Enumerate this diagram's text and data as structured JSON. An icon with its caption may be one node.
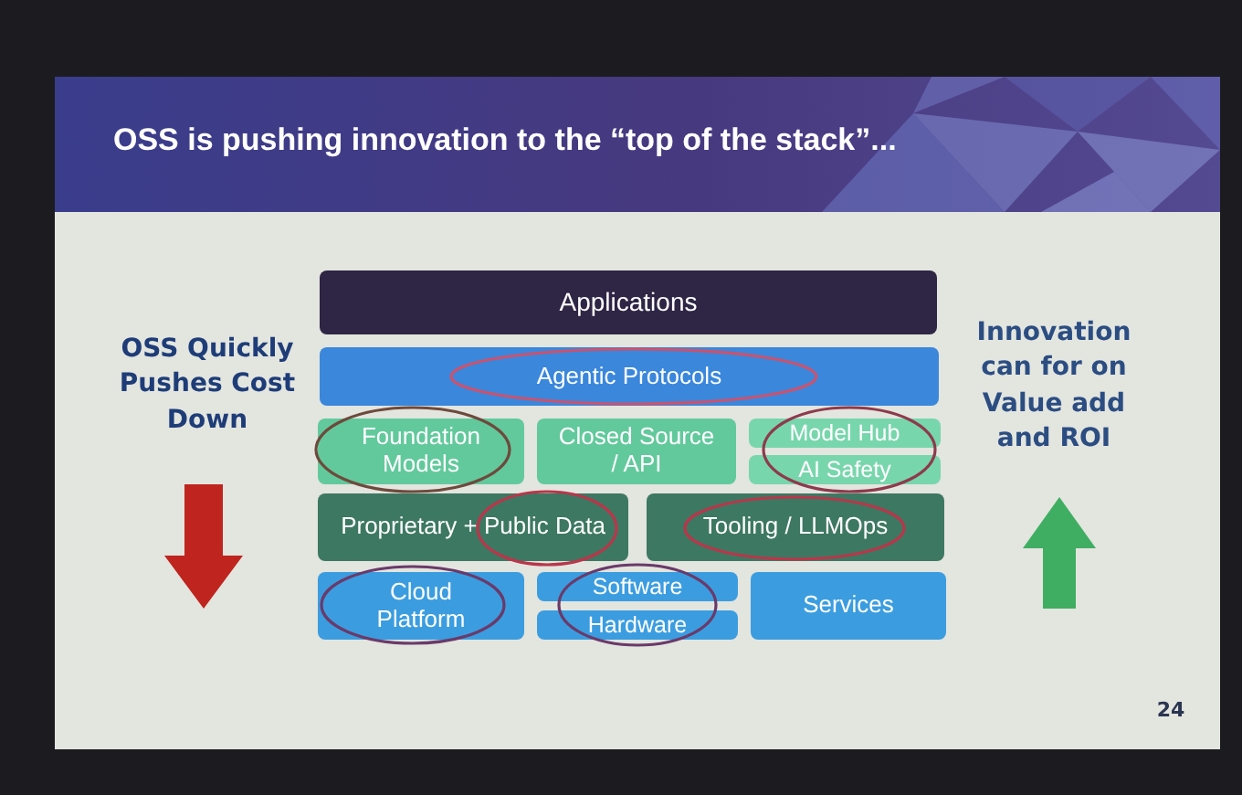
{
  "diagram": {
    "title": "OSS is pushing innovation to the “top of the stack”...",
    "nodes": [
      {
        "text": [
          "Applications"
        ]
      },
      {
        "text": [
          "Agentic Protocols"
        ]
      },
      {
        "text": [
          "Foundation Models"
        ]
      },
      {
        "text": [
          "Closed Source / API"
        ]
      },
      {
        "text": [
          "Model Hub"
        ]
      },
      {
        "text": [
          "AI Safety"
        ]
      },
      {
        "text": [
          "Proprietary + Public Data"
        ]
      },
      {
        "text": [
          "Tooling / LLMOps"
        ]
      },
      {
        "text": [
          "Cloud Platform"
        ]
      },
      {
        "text": [
          "Software"
        ]
      },
      {
        "text": [
          "Hardware"
        ]
      },
      {
        "text": [
          "Services"
        ]
      }
    ],
    "labels": [
      "OSS Quickly Pushes Cost Down",
      "Innovation can for on Value add and ROI",
      "24"
    ]
  }
}
